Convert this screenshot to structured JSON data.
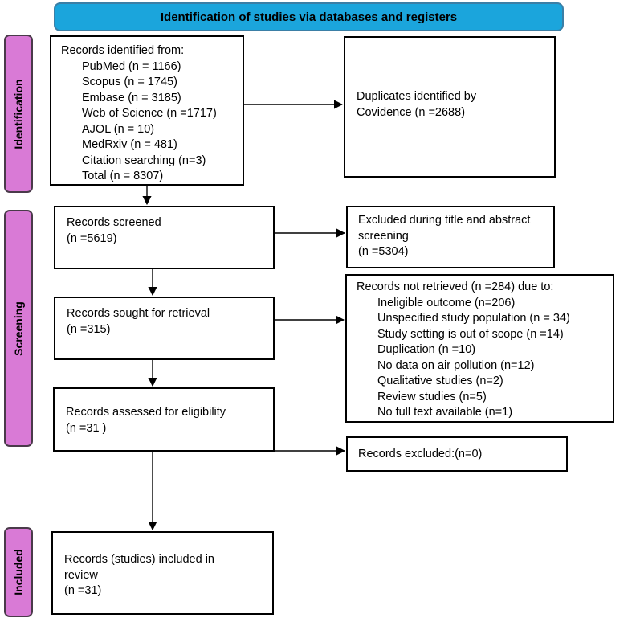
{
  "header": {
    "title": "Identification of studies via databases and registers"
  },
  "phases": {
    "identification": "Identification",
    "screening": "Screening",
    "included": "Included"
  },
  "identified": {
    "title": "Records identified from:",
    "sources": [
      "PubMed (n = 1166)",
      "Scopus (n = 1745)",
      "Embase (n = 3185)",
      "Web of Science (n =1717)",
      "AJOL (n = 10)",
      "MedRxiv (n = 481)",
      "Citation searching (n=3)",
      "Total (n = 8307)"
    ]
  },
  "duplicates": {
    "line1": "Duplicates identified by",
    "line2": "Covidence (n =2688)"
  },
  "screened": {
    "line1": "Records screened",
    "line2": "(n =5619)"
  },
  "excluded_title": {
    "line1": "Excluded during title and abstract",
    "line2": "screening",
    "line3": "(n =5304)"
  },
  "sought": {
    "line1": "Records sought for retrieval",
    "line2": "(n =315)"
  },
  "not_retrieved": {
    "title": "Records not retrieved (n =284) due to:",
    "reasons": [
      "Ineligible outcome (n=206)",
      "Unspecified study population (n = 34)",
      "Study setting is out of scope (n =14)",
      "Duplication (n =10)",
      "No data on air pollution (n=12)",
      "Qualitative studies (n=2)",
      "Review studies (n=5)",
      "No full text available (n=1)"
    ]
  },
  "assessed": {
    "line1": "Records assessed for eligibility",
    "line2": "(n =31 )"
  },
  "excluded_records": {
    "line1": "Records excluded:(n=0)"
  },
  "included_box": {
    "line1": "Records (studies) included in",
    "line2": "review",
    "line3": "(n =31)"
  }
}
